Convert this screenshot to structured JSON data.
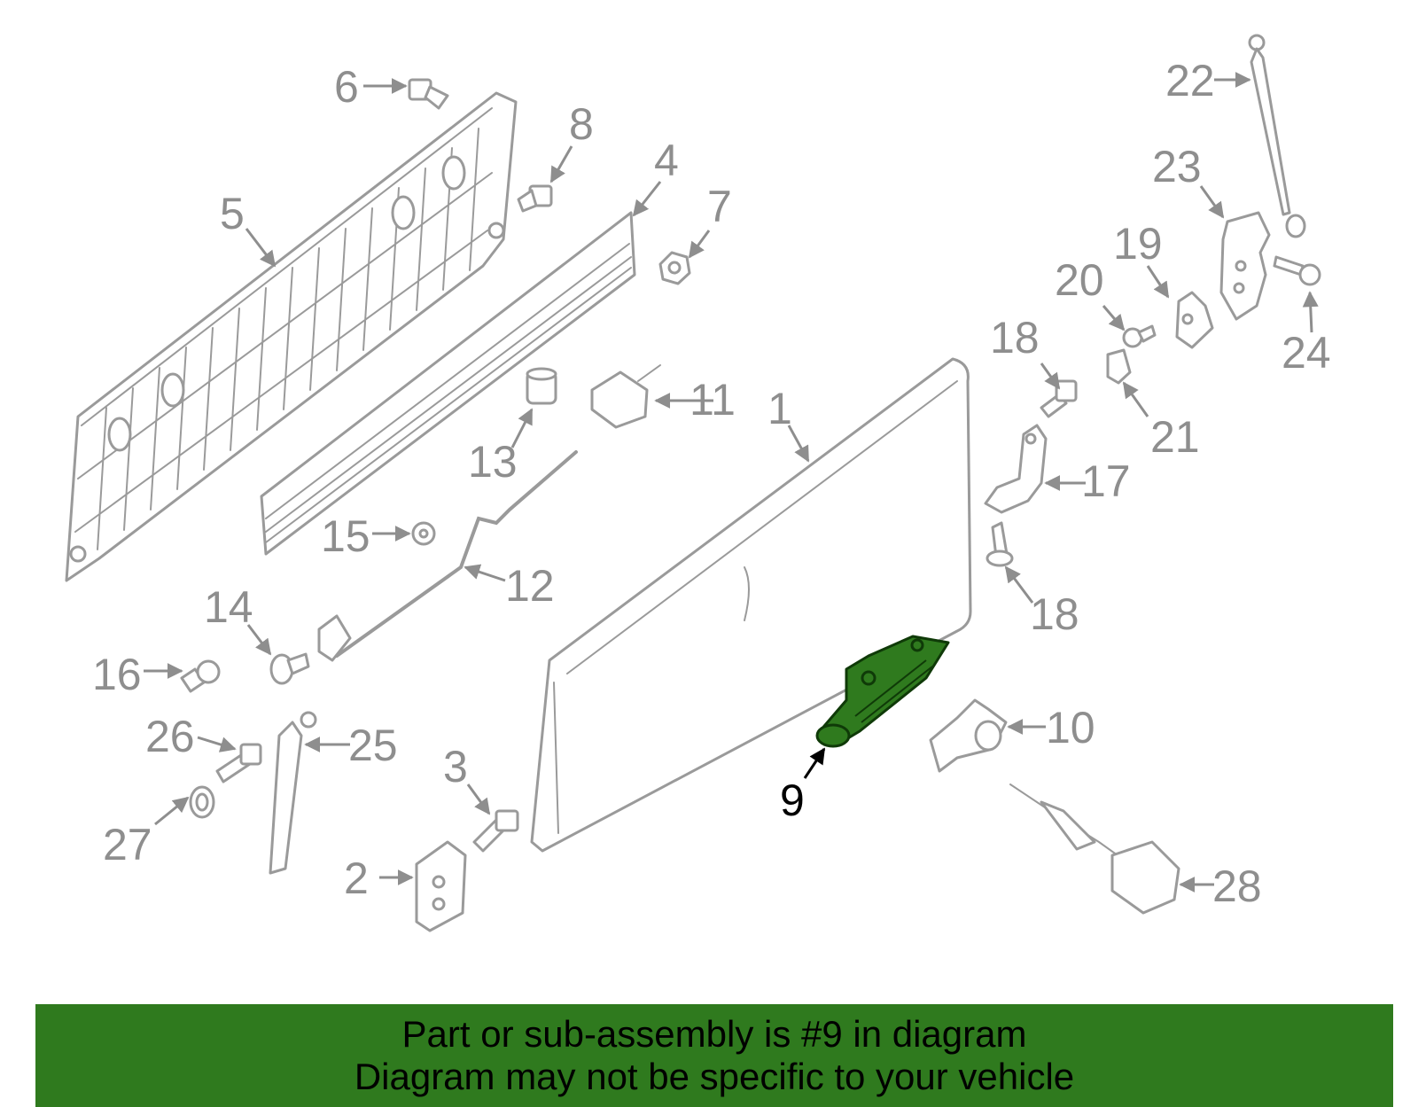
{
  "callouts": {
    "c1": "1",
    "c2": "2",
    "c3": "3",
    "c4": "4",
    "c5": "5",
    "c6": "6",
    "c7": "7",
    "c8": "8",
    "c9": "9",
    "c10": "10",
    "c11": "11",
    "c12": "12",
    "c13": "13",
    "c14": "14",
    "c15": "15",
    "c16": "16",
    "c17": "17",
    "c18a": "18",
    "c18b": "18",
    "c19": "19",
    "c20": "20",
    "c21": "21",
    "c22": "22",
    "c23": "23",
    "c24": "24",
    "c25": "25",
    "c26": "26",
    "c27": "27",
    "c28": "28"
  },
  "highlighted_part": "9",
  "colors": {
    "highlight": "#2f7a1e",
    "parts": "#9a9a9a",
    "banner": "#2f7a1e"
  },
  "banner": {
    "line1": "Part or sub-assembly is #9 in diagram",
    "line2": "Diagram may not be specific to your vehicle"
  }
}
